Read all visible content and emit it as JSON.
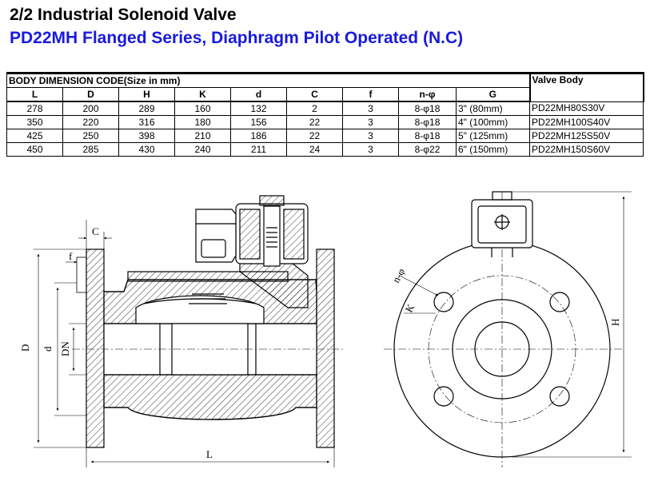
{
  "titles": {
    "line1": "2/2 Industrial Solenoid Valve",
    "line2": "PD22MH Flanged Series, Diaphragm Pilot Operated (N.C)"
  },
  "table": {
    "group_header": "BODY DIMENSION CODE(Size in mm)",
    "valve_body_header": "Valve Body",
    "columns": [
      "L",
      "D",
      "H",
      "K",
      "d",
      "C",
      "f",
      "n-φ",
      "G"
    ],
    "rows": [
      {
        "L": "278",
        "D": "200",
        "H": "289",
        "K": "160",
        "d": "132",
        "C": "2",
        "f": "3",
        "n": "8-φ18",
        "G": "3\" (80mm)",
        "model": "PD22MH80S30V"
      },
      {
        "L": "350",
        "D": "220",
        "H": "316",
        "K": "180",
        "d": "156",
        "C": "22",
        "f": "3",
        "n": "8-φ18",
        "G": "4\" (100mm)",
        "model": "PD22MH100S40V"
      },
      {
        "L": "425",
        "D": "250",
        "H": "398",
        "K": "210",
        "d": "186",
        "C": "22",
        "f": "3",
        "n": "8-φ18",
        "G": "5\" (125mm)",
        "model": "PD22MH125S50V"
      },
      {
        "L": "450",
        "D": "285",
        "H": "430",
        "K": "240",
        "d": "211",
        "C": "24",
        "f": "3",
        "n": "8-φ22",
        "G": "6\" (150mm)",
        "model": "PD22MH150S60V"
      }
    ]
  },
  "drawing_labels": {
    "C": "C",
    "f": "f",
    "D": "D",
    "d": "d",
    "DN": "DN",
    "L": "L",
    "n_phi": "n-φ",
    "K": "K",
    "H": "H"
  },
  "colors": {
    "title_blue": "#1a1adc",
    "line": "#000000"
  }
}
